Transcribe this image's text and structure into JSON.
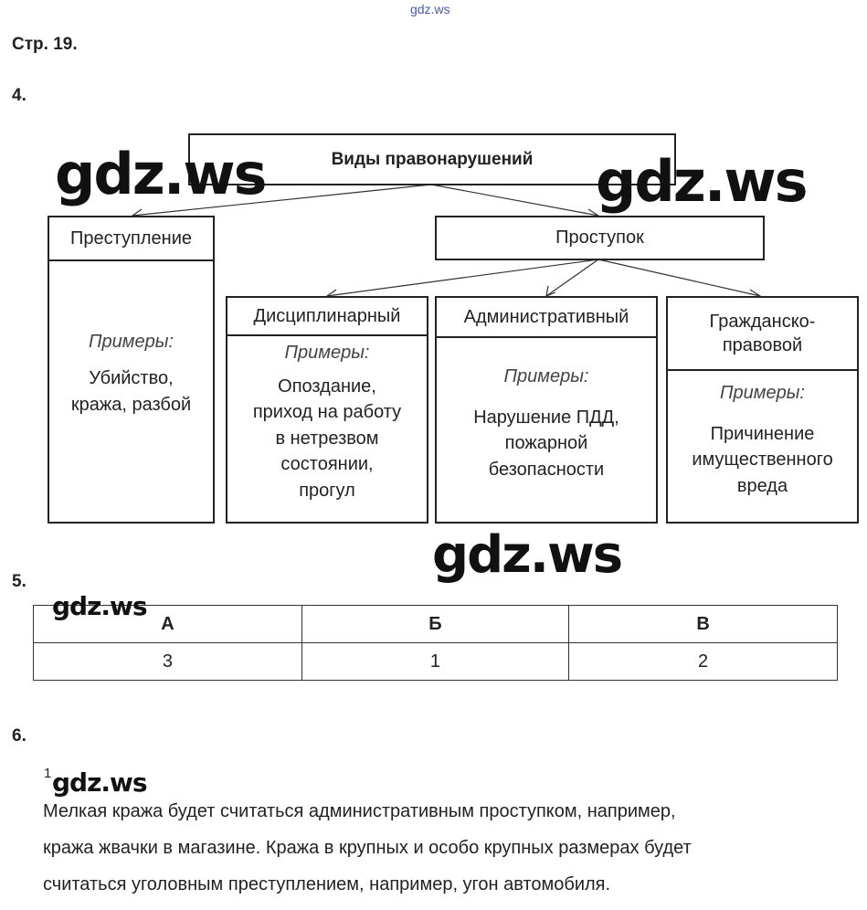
{
  "watermark": "gdz.ws",
  "header": {
    "page": "Стр. 19."
  },
  "task4": {
    "number": "4.",
    "root": "Виды правонарушений",
    "crime": {
      "title": "Преступление",
      "examples_label": "Примеры:",
      "examples": [
        "Убийство,",
        "кража, разбой"
      ]
    },
    "offense": {
      "title": "Проступок"
    },
    "disciplinary": {
      "title": "Дисциплинарный",
      "examples_label": "Примеры:",
      "examples": [
        "Опоздание,",
        "приход на работу",
        "в нетрезвом",
        "состоянии,",
        "прогул"
      ]
    },
    "administrative": {
      "title": "Административный",
      "examples_label": "Примеры:",
      "examples": [
        "Нарушение ПДД,",
        "пожарной",
        "безопасности"
      ]
    },
    "civil": {
      "title": [
        "Гражданско-",
        "правовой"
      ],
      "examples_label": "Примеры:",
      "examples": [
        "Причинение",
        "имущественного",
        "вреда"
      ]
    }
  },
  "task5": {
    "number": "5.",
    "headers": [
      "А",
      "Б",
      "В"
    ],
    "values": [
      "3",
      "1",
      "2"
    ]
  },
  "task6": {
    "number": "6.",
    "footnote": "1",
    "lines": [
      "Мелкая кража будет считаться административным проступком, например,",
      "кража жвачки в магазине. Кража в крупных и особо крупных размерах будет",
      "считаться уголовным преступлением, например, угон автомобиля."
    ]
  }
}
